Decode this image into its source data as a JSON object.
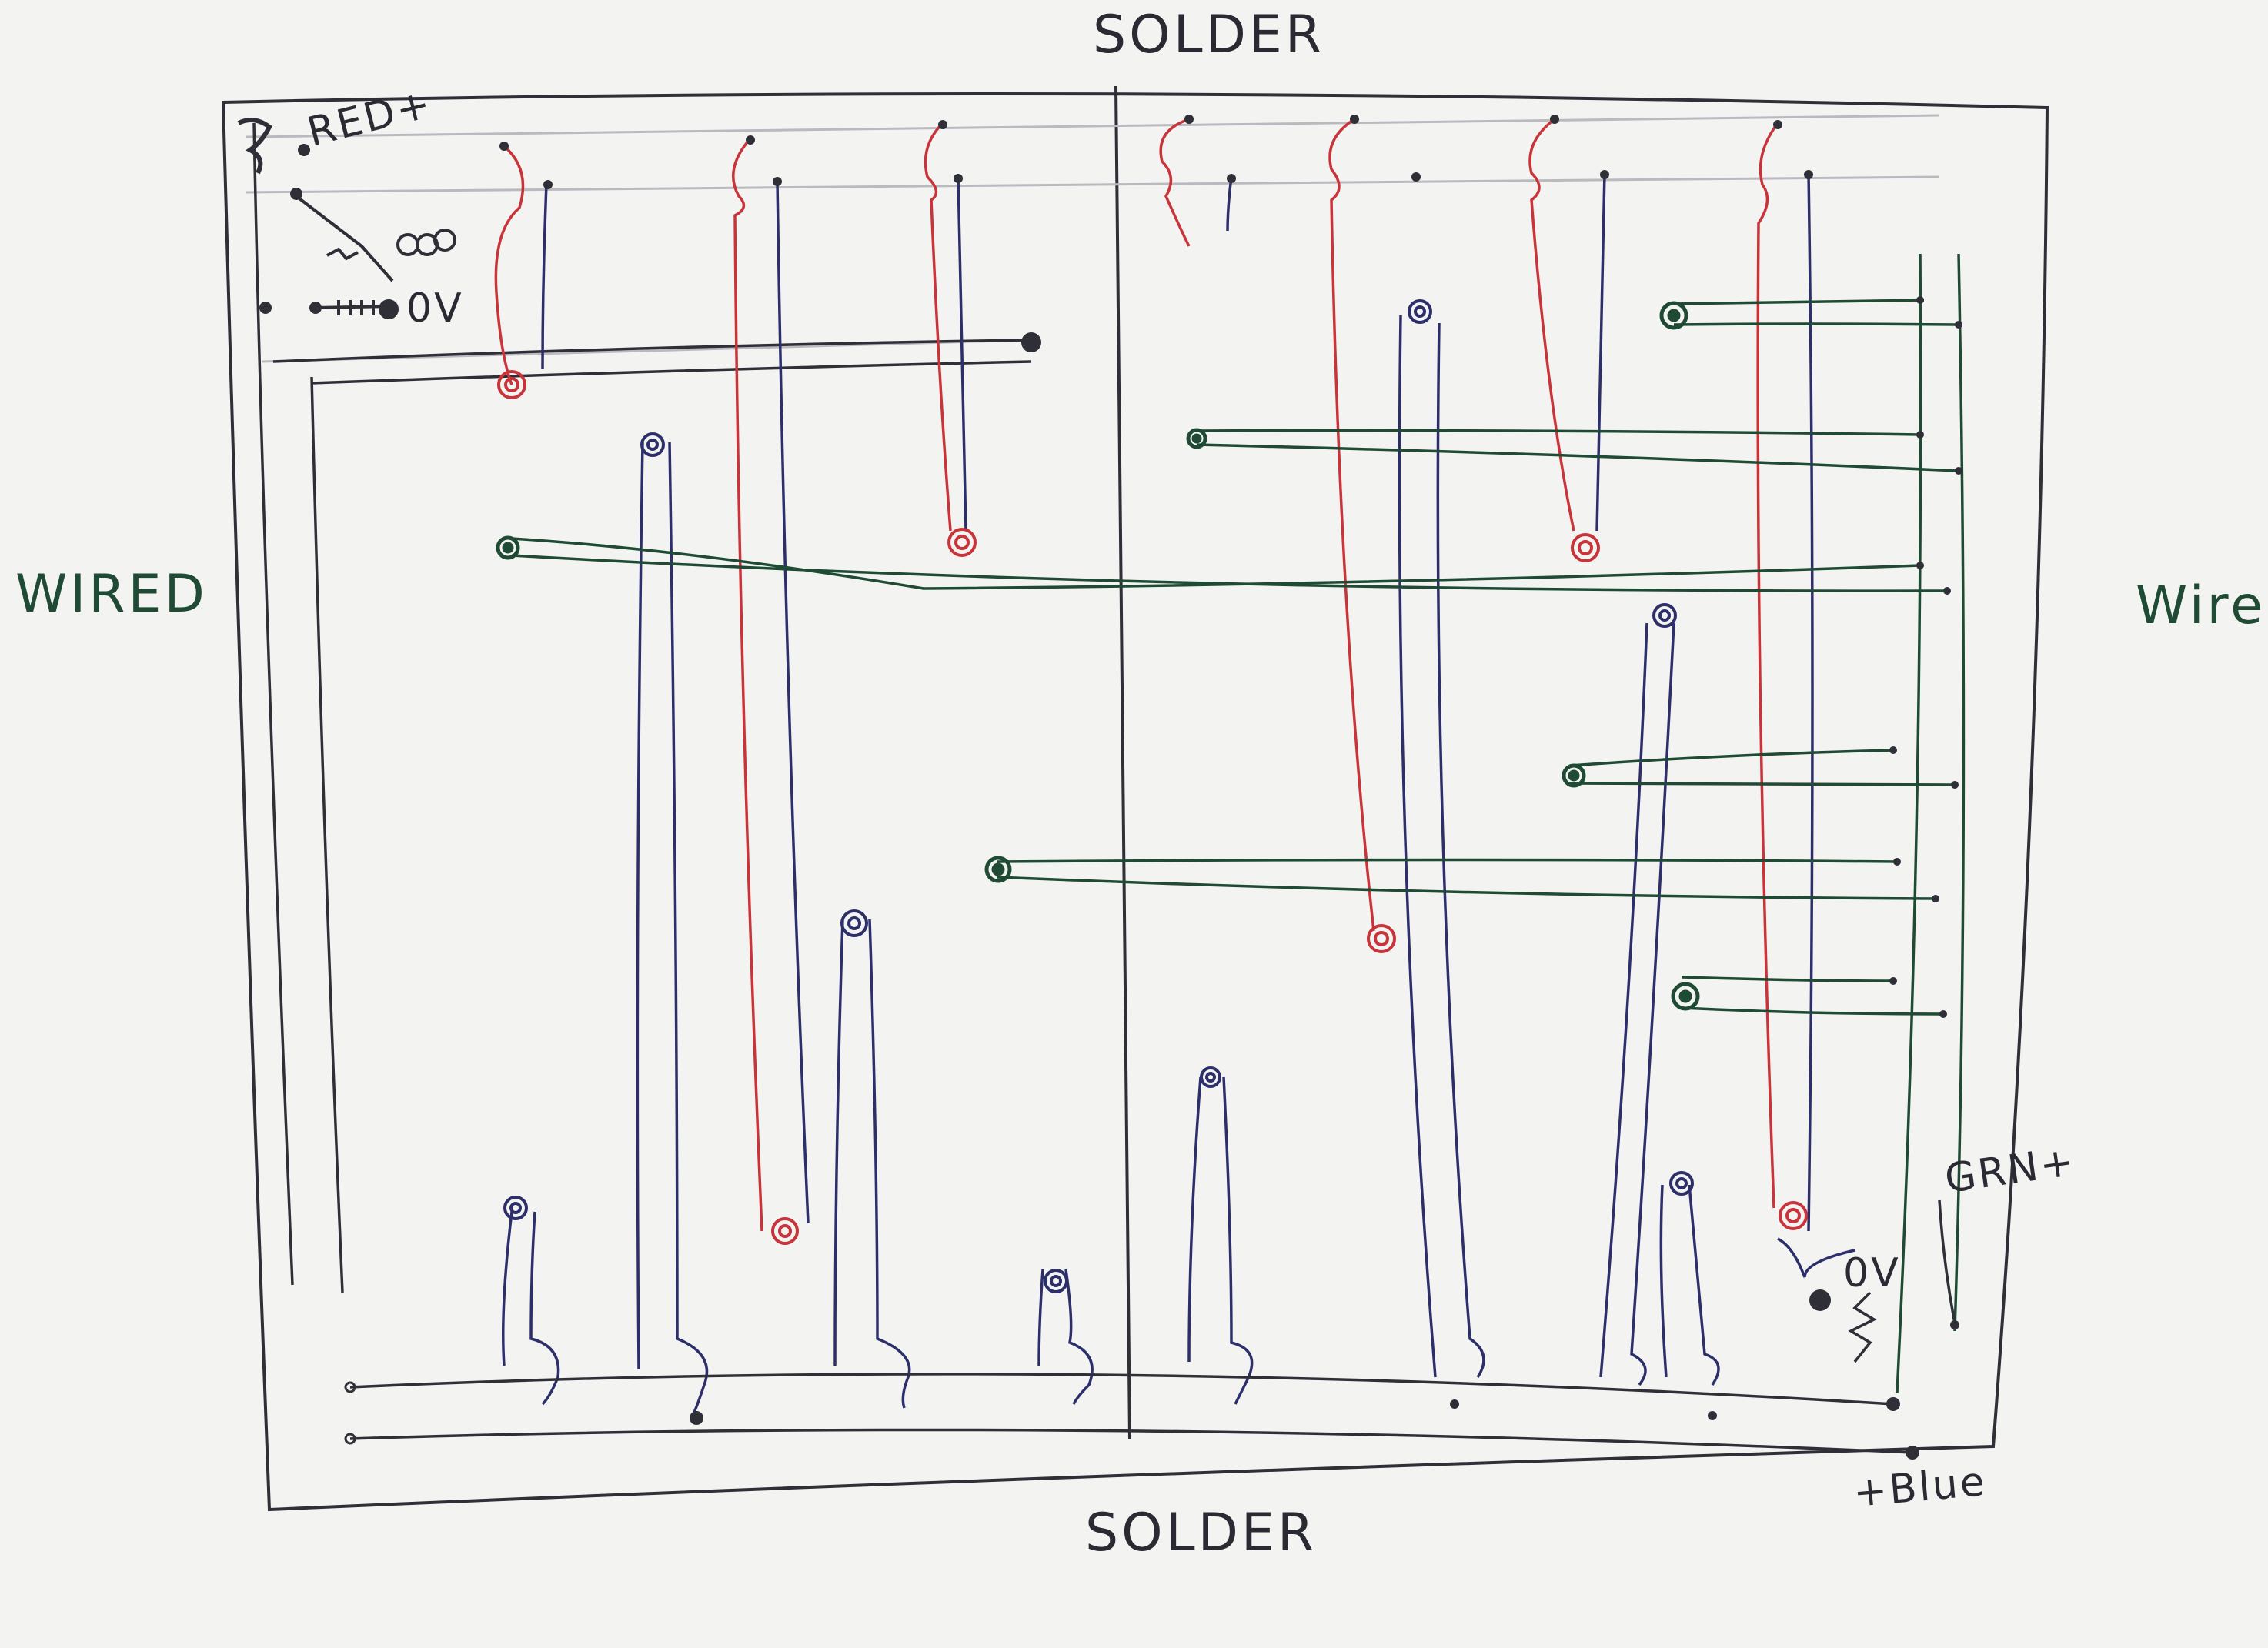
{
  "labels": {
    "top": "SOLDER",
    "bottom": "SOLDER",
    "left": "WIRED",
    "right": "Wire",
    "red_plus": "RED+",
    "zero_v_top": "0V",
    "zero_v_bottom": "0V",
    "grn_plus": "GRN+",
    "blue_plus": "+Blue"
  },
  "colors": {
    "paper": "#f3f3f1",
    "board_ink": "#2f3037",
    "red_wire": "#c9343a",
    "green_wire": "#1f4a33",
    "blue_wire": "#2c2f6a",
    "pencil": "#b9b9bf",
    "label_green": "#1f4a33"
  }
}
